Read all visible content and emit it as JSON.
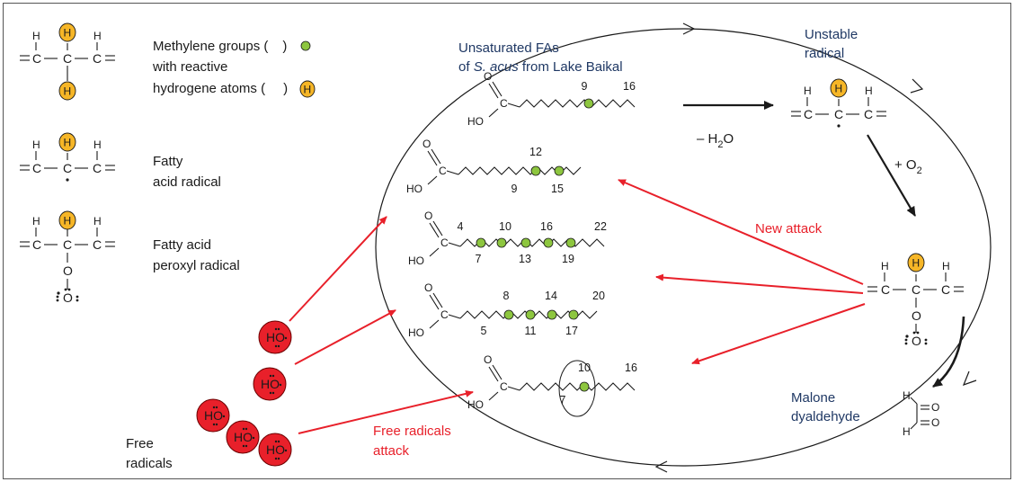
{
  "legend": {
    "methylene": [
      "Methylene groups (",
      ")",
      "with reactive",
      "hydrogene atoms (",
      ")"
    ],
    "fatty_radical": [
      "Fatty",
      "acid radical"
    ],
    "peroxyl_radical": [
      "Fatty acid",
      "peroxyl radical"
    ]
  },
  "atoms": {
    "h": "H",
    "c": "C",
    "o": "O",
    "ho": "HO"
  },
  "cycle": {
    "unsat_title": [
      "Unsaturated FAs",
      "of ",
      "S. acus",
      " from Lake Baikal"
    ],
    "unstable": [
      "Unstable",
      "radical"
    ],
    "minus_h2o": [
      "– H",
      "2",
      "O"
    ],
    "plus_o2": [
      "+ O",
      "2"
    ],
    "new_attack": "New attack",
    "free_attack": [
      "Free radicals",
      "attack"
    ],
    "malone": [
      "Malone",
      "dyaldehyde"
    ],
    "free_radicals": [
      "Free",
      "radicals"
    ]
  },
  "fa": [
    {
      "labels": [
        "9",
        "16"
      ]
    },
    {
      "labels": [
        "12",
        "9",
        "15"
      ]
    },
    {
      "labels": [
        "4",
        "7",
        "10",
        "13",
        "16",
        "19",
        "22"
      ]
    },
    {
      "labels": [
        "8",
        "5",
        "11",
        "14",
        "17",
        "20"
      ]
    },
    {
      "labels": [
        "10",
        "7",
        "16"
      ]
    }
  ],
  "colors": {
    "hydrogen": "#f6b627",
    "methylene": "#8dc63f",
    "hydroxyl": "#e8202a",
    "arrow": "#e8202a",
    "title": "#1f3864"
  }
}
